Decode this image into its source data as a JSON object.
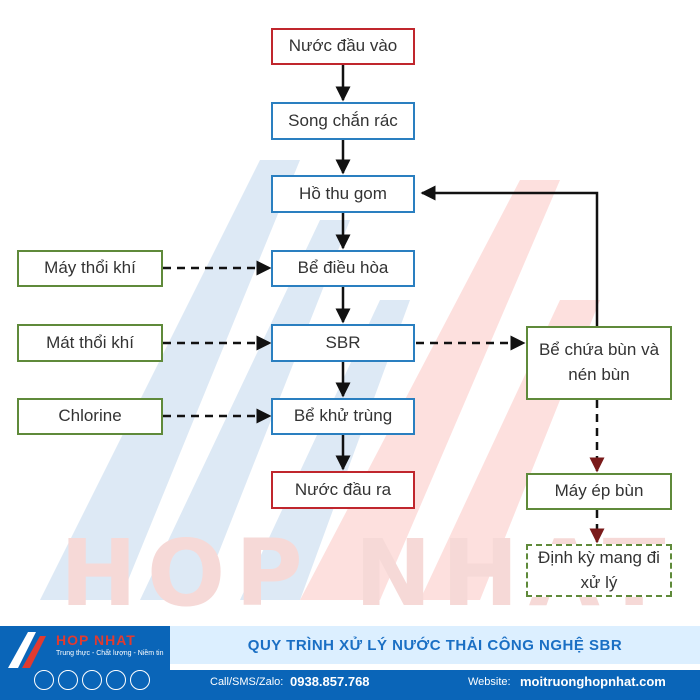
{
  "nodes": {
    "n1": "Nước đầu vào",
    "n2": "Song chắn rác",
    "n3": "Hồ thu gom",
    "n4": "Bể điều hòa",
    "n5": "SBR",
    "n6": "Bể khử trùng",
    "n7": "Nước đầu ra",
    "g1": "Máy thổi khí",
    "g2": "Mát thổi khí",
    "g3": "Chlorine",
    "s1": "Bể chứa bùn và nén bùn",
    "s2": "Máy ép bùn",
    "s3": "Định kỳ mang đi xử lý"
  },
  "watermark": "HOP NHAT",
  "footer": {
    "title": "QUY TRÌNH XỬ LÝ NƯỚC THẢI CÔNG NGHỆ SBR",
    "call_label": "Call/SMS/Zalo:",
    "phone": "0938.857.768",
    "website_label": "Website:",
    "website": "moitruonghopnhat.com",
    "logo_name": "HOP NHAT",
    "logo_tagline": "Trung thực - Chất lượng - Niềm tin"
  },
  "colors": {
    "red": "#c0262d",
    "blue": "#2a7fc0",
    "green": "#5f8a3a",
    "footer_blue": "#0a65b8"
  }
}
